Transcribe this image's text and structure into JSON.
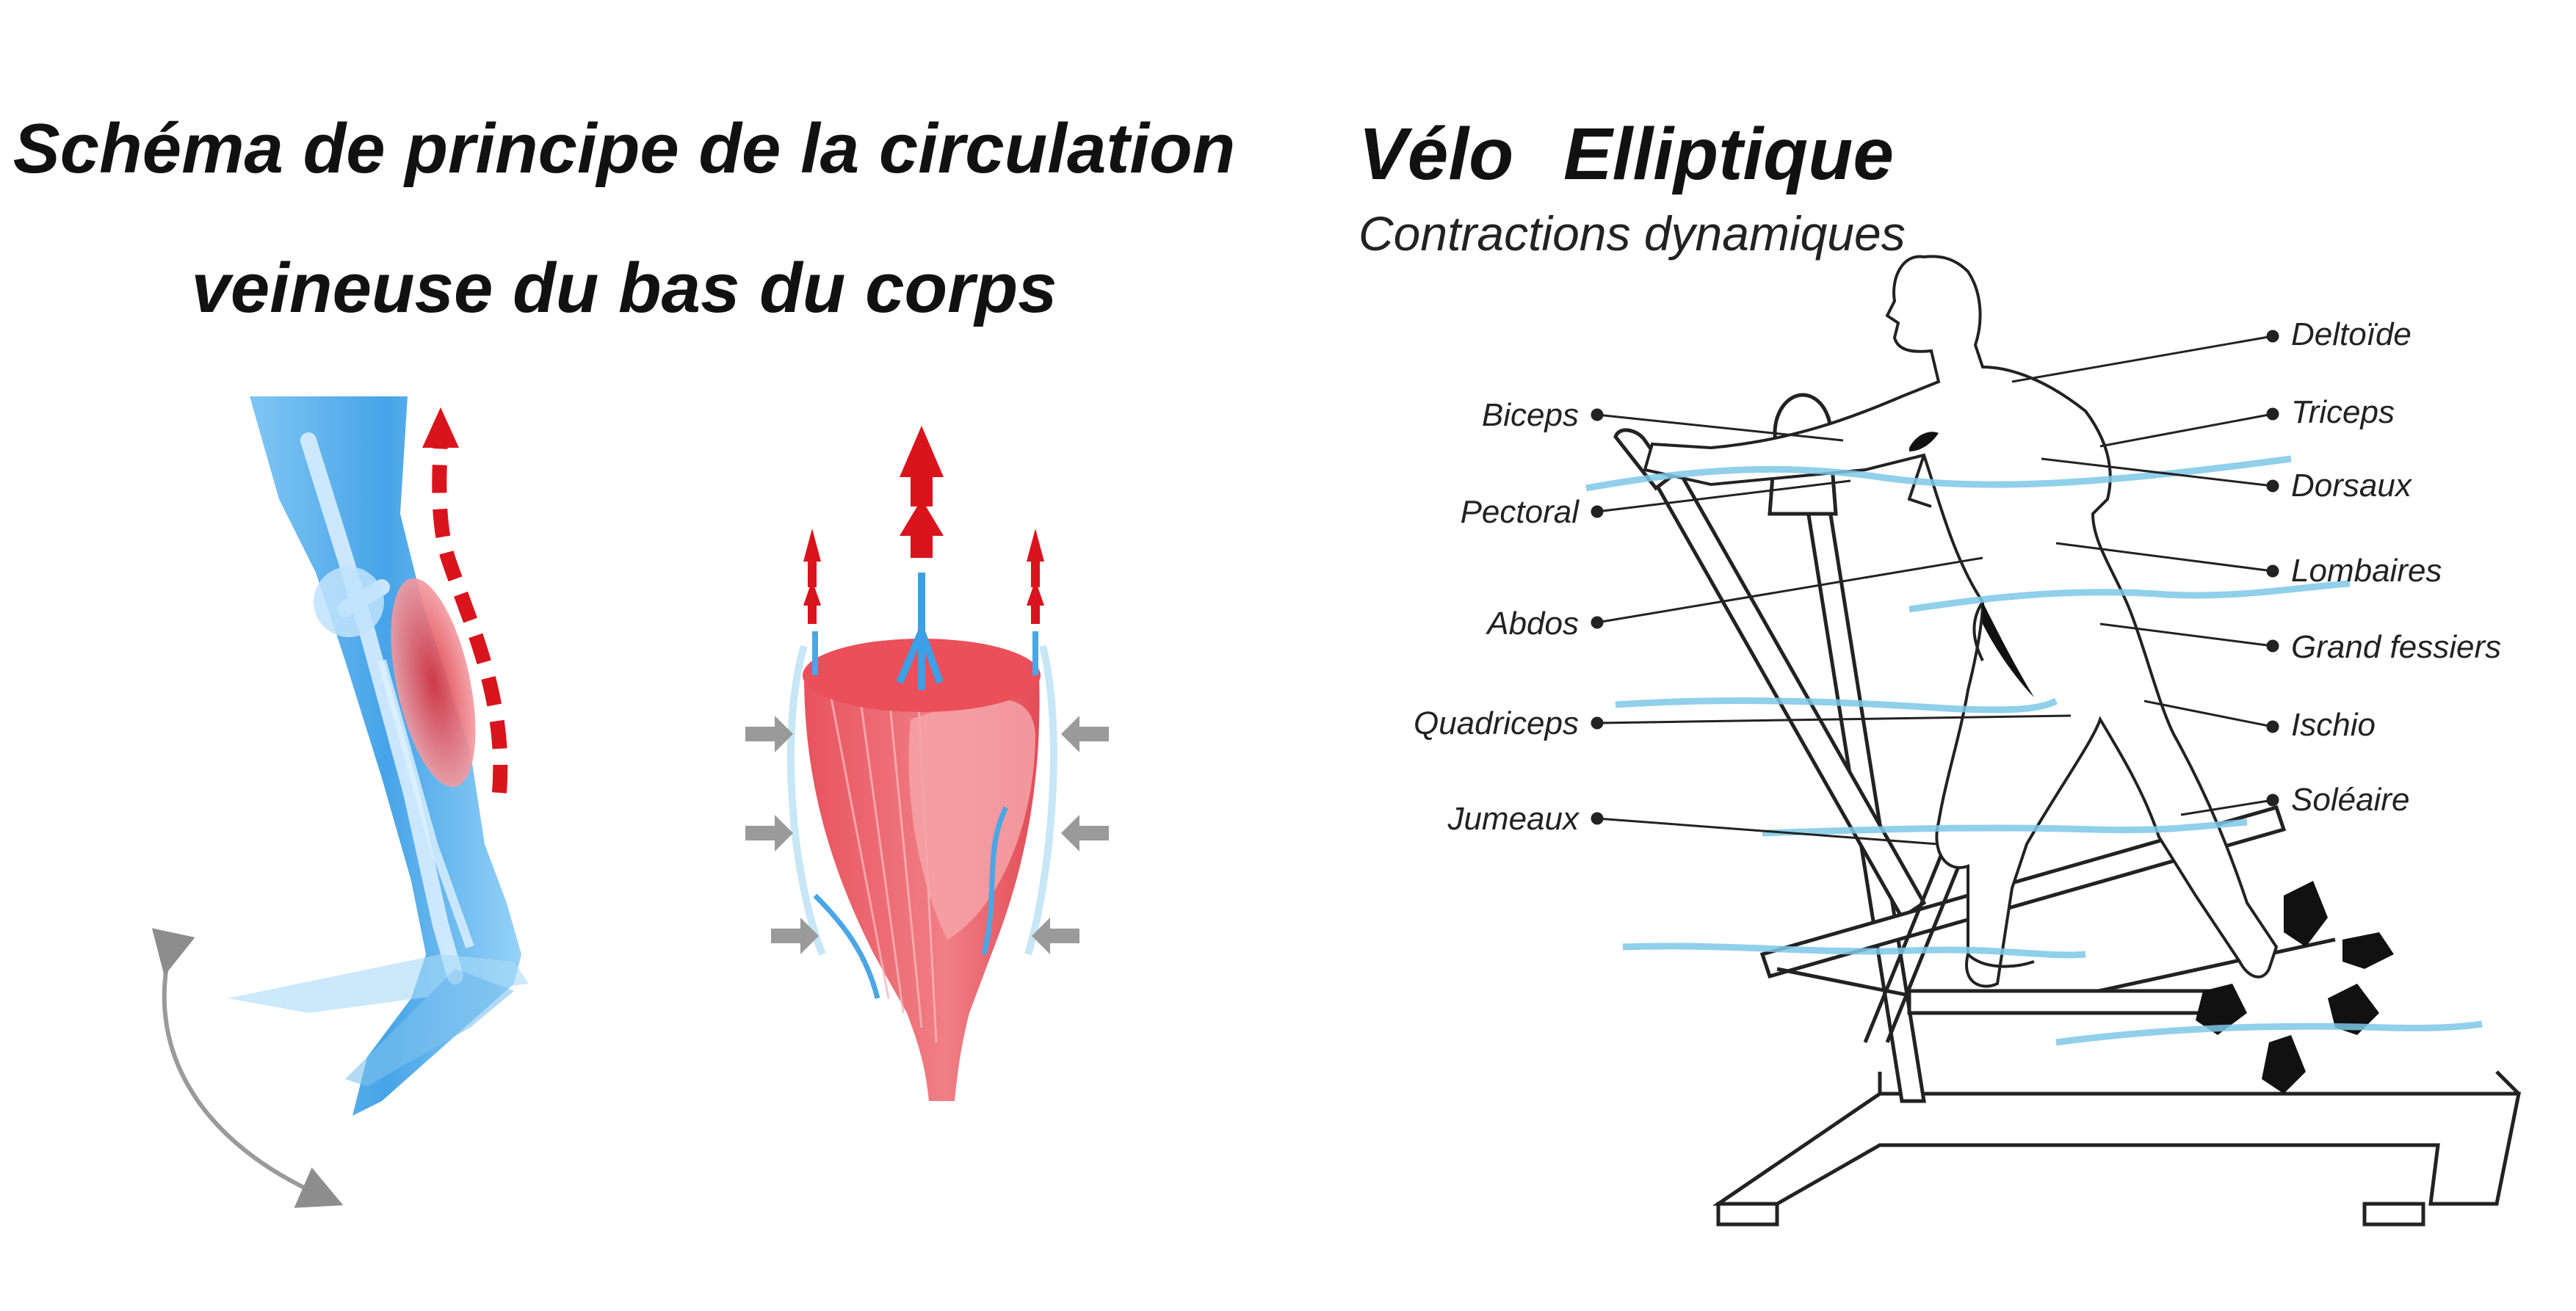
{
  "left": {
    "title_line1": "Schéma de principe de la circulation",
    "title_line2": "veineuse du bas du corps"
  },
  "right": {
    "title": "Vélo Elliptique",
    "subtitle": "Contractions dynamiques",
    "labels_left": [
      "Biceps",
      "Pectoral",
      "Abdos",
      "Quadriceps",
      "Jumeaux"
    ],
    "labels_right": [
      "Deltoïde",
      "Triceps",
      "Dorsaux",
      "Lombaires",
      "Grand fessiers",
      "Ischio",
      "Soléaire"
    ]
  },
  "colors": {
    "bone_blue": "#3d9fe6",
    "muscle_red": "#e8535d",
    "arrow_red": "#d9141d",
    "wave_blue": "#7cc8e8",
    "pressure_gray": "#9a9a9a"
  }
}
